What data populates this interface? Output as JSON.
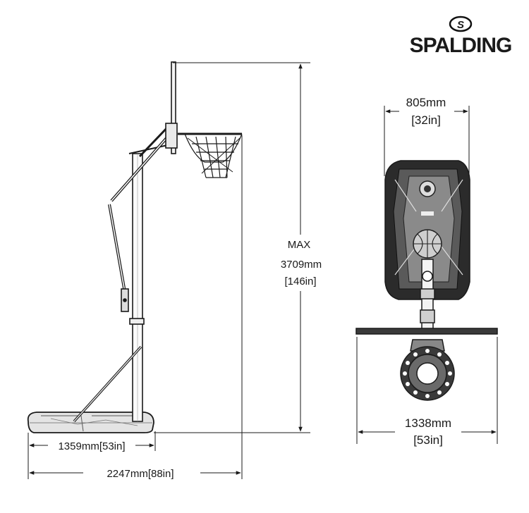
{
  "brand": {
    "name": "SPALDING",
    "emblem": "S"
  },
  "side_view": {
    "height_max_label": "MAX",
    "height_mm": "3709mm",
    "height_in": "[146in]",
    "base_depth": "1359mm[53in]",
    "overall_depth": "2247mm[88in]"
  },
  "rear_view": {
    "backboard_top_mm": "805mm",
    "backboard_top_in": "[32in]",
    "base_width_mm": "1338mm",
    "base_width_in": "[53in]"
  },
  "colors": {
    "line": "#1a1a1a",
    "dark": "#2a2a2a",
    "gray": "#7a7a7a",
    "light": "#d8d8d8"
  }
}
